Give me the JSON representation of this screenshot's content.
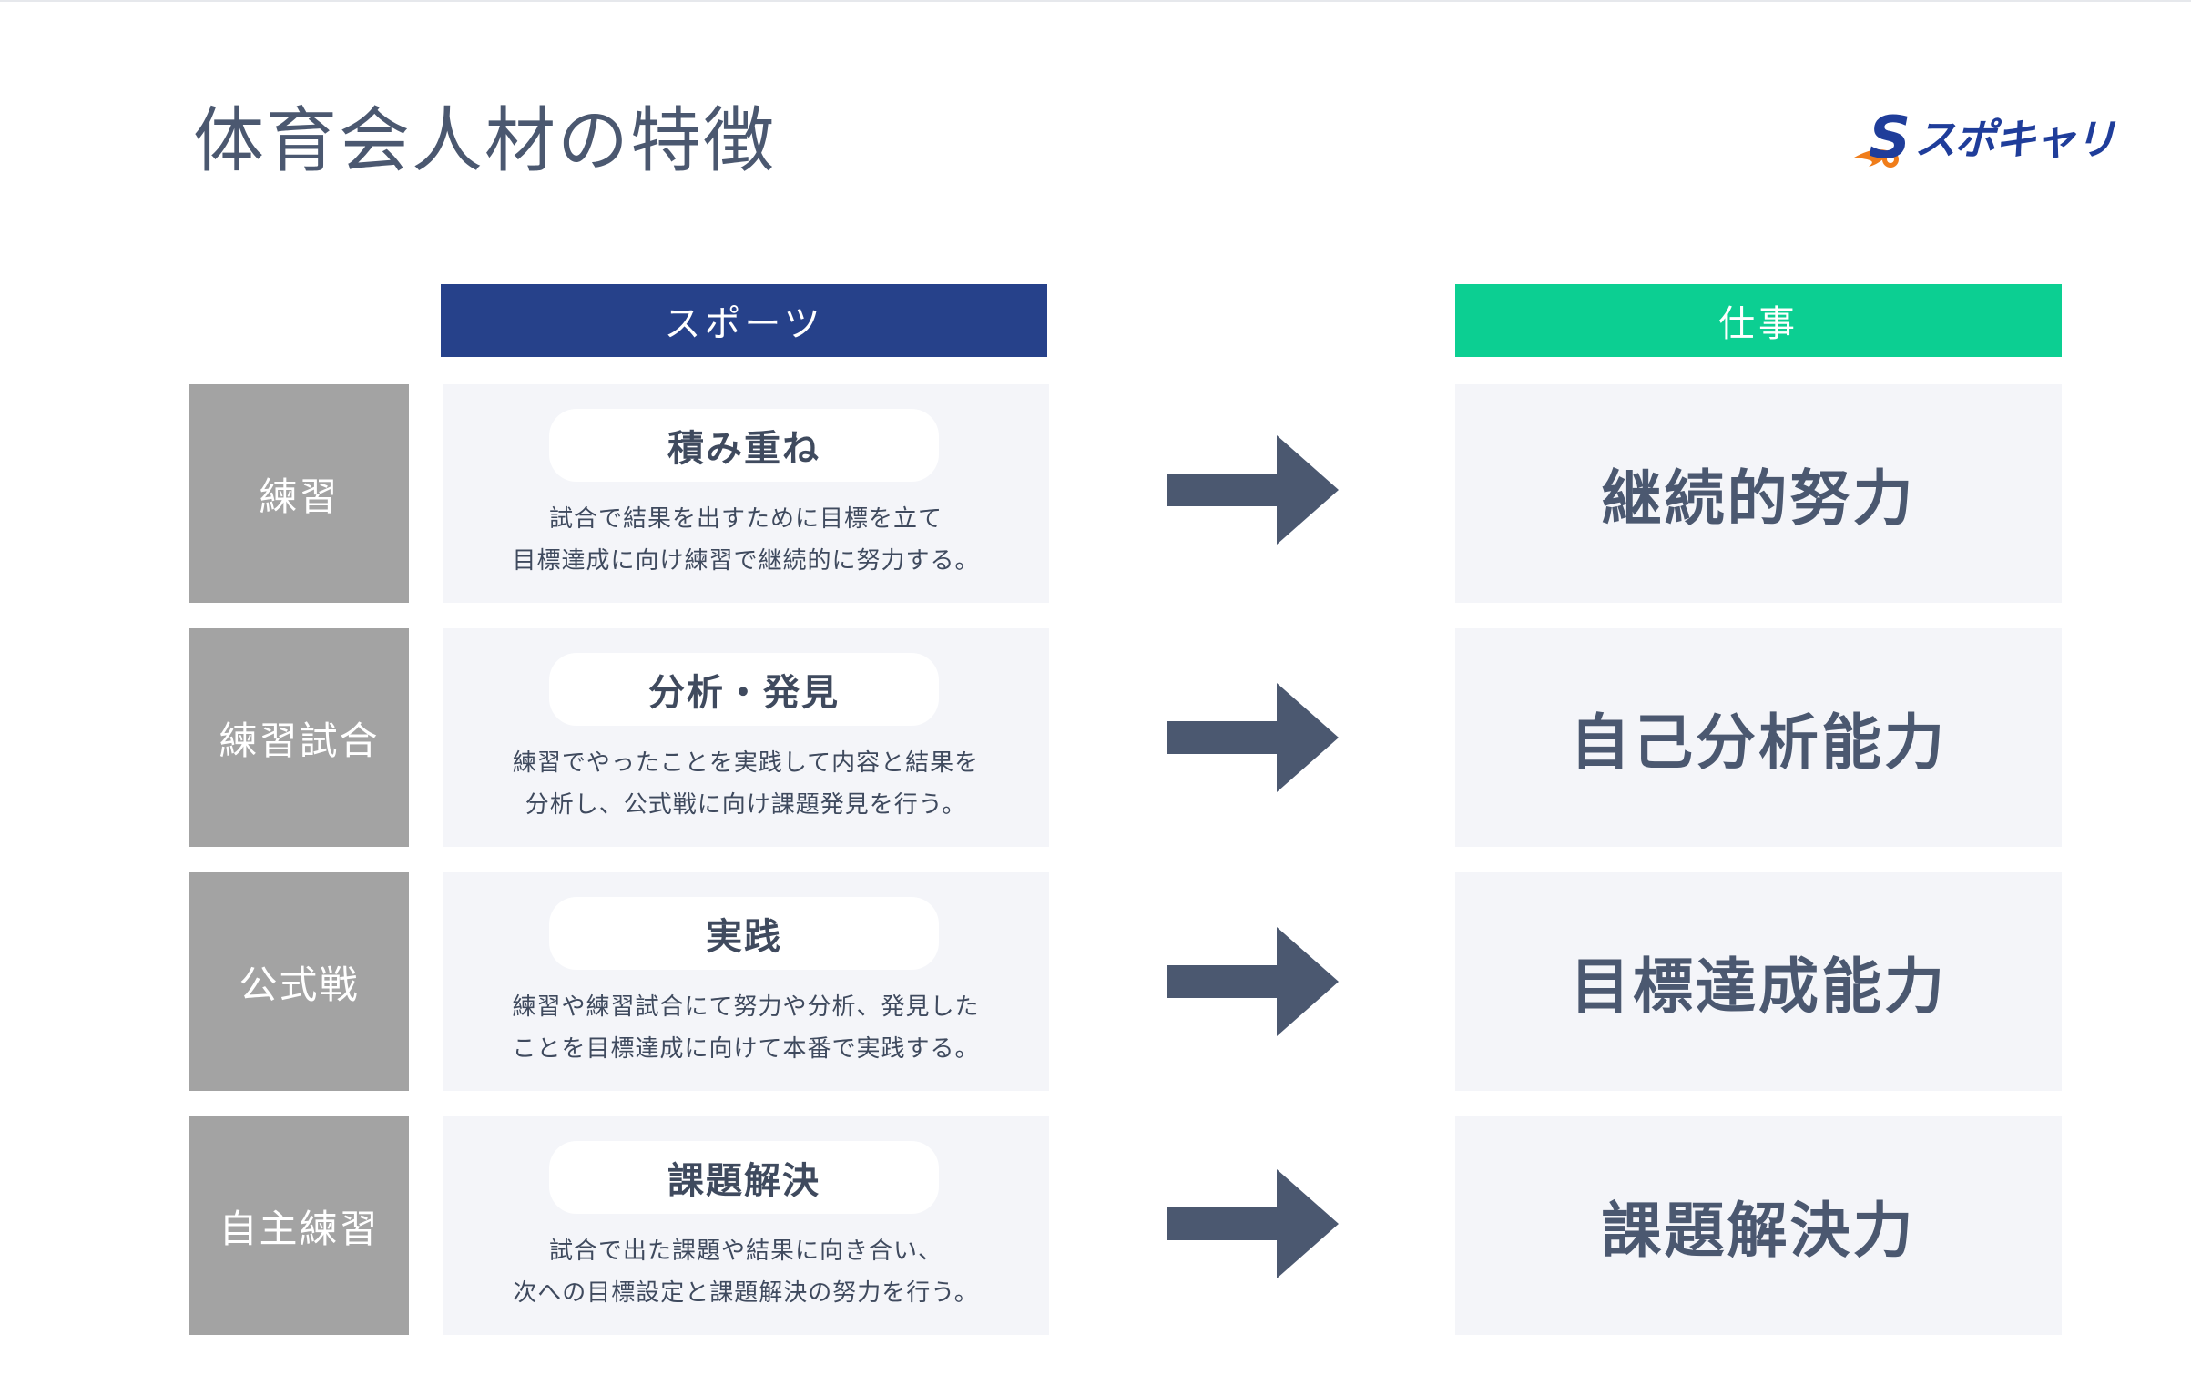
{
  "page": {
    "title": "体育会人材の特徴",
    "logo_text": "スポキャリ",
    "colors": {
      "sports_header": "#26418a",
      "work_header": "#0ccf92",
      "label_bg": "#a3a3a3",
      "card_bg": "#f4f5f9",
      "arrow": "#4b5870",
      "logo_blue": "#1f3d9a",
      "logo_orange": "#f07d1a"
    }
  },
  "columns": {
    "sports": "スポーツ",
    "work": "仕事"
  },
  "rows": [
    {
      "label": "練習",
      "heading": "積み重ね",
      "desc_line1": "試合で結果を出すために目標を立て",
      "desc_line2": "目標達成に向け練習で継続的に努力する。",
      "result": "継続的努力",
      "arrow_icon": "right-arrow-icon"
    },
    {
      "label": "練習試合",
      "heading": "分析・発見",
      "desc_line1": "練習でやったことを実践して内容と結果を",
      "desc_line2": "分析し、公式戦に向け課題発見を行う。",
      "result": "自己分析能力",
      "arrow_icon": "right-arrow-icon"
    },
    {
      "label": "公式戦",
      "heading": "実践",
      "desc_line1": "練習や練習試合にて努力や分析、発見した",
      "desc_line2": "ことを目標達成に向けて本番で実践する。",
      "result": "目標達成能力",
      "arrow_icon": "right-arrow-icon"
    },
    {
      "label": "自主練習",
      "heading": "課題解決",
      "desc_line1": "試合で出た課題や結果に向き合い、",
      "desc_line2": "次への目標設定と課題解決の努力を行う。",
      "result": "課題解決力",
      "arrow_icon": "right-arrow-icon"
    }
  ]
}
